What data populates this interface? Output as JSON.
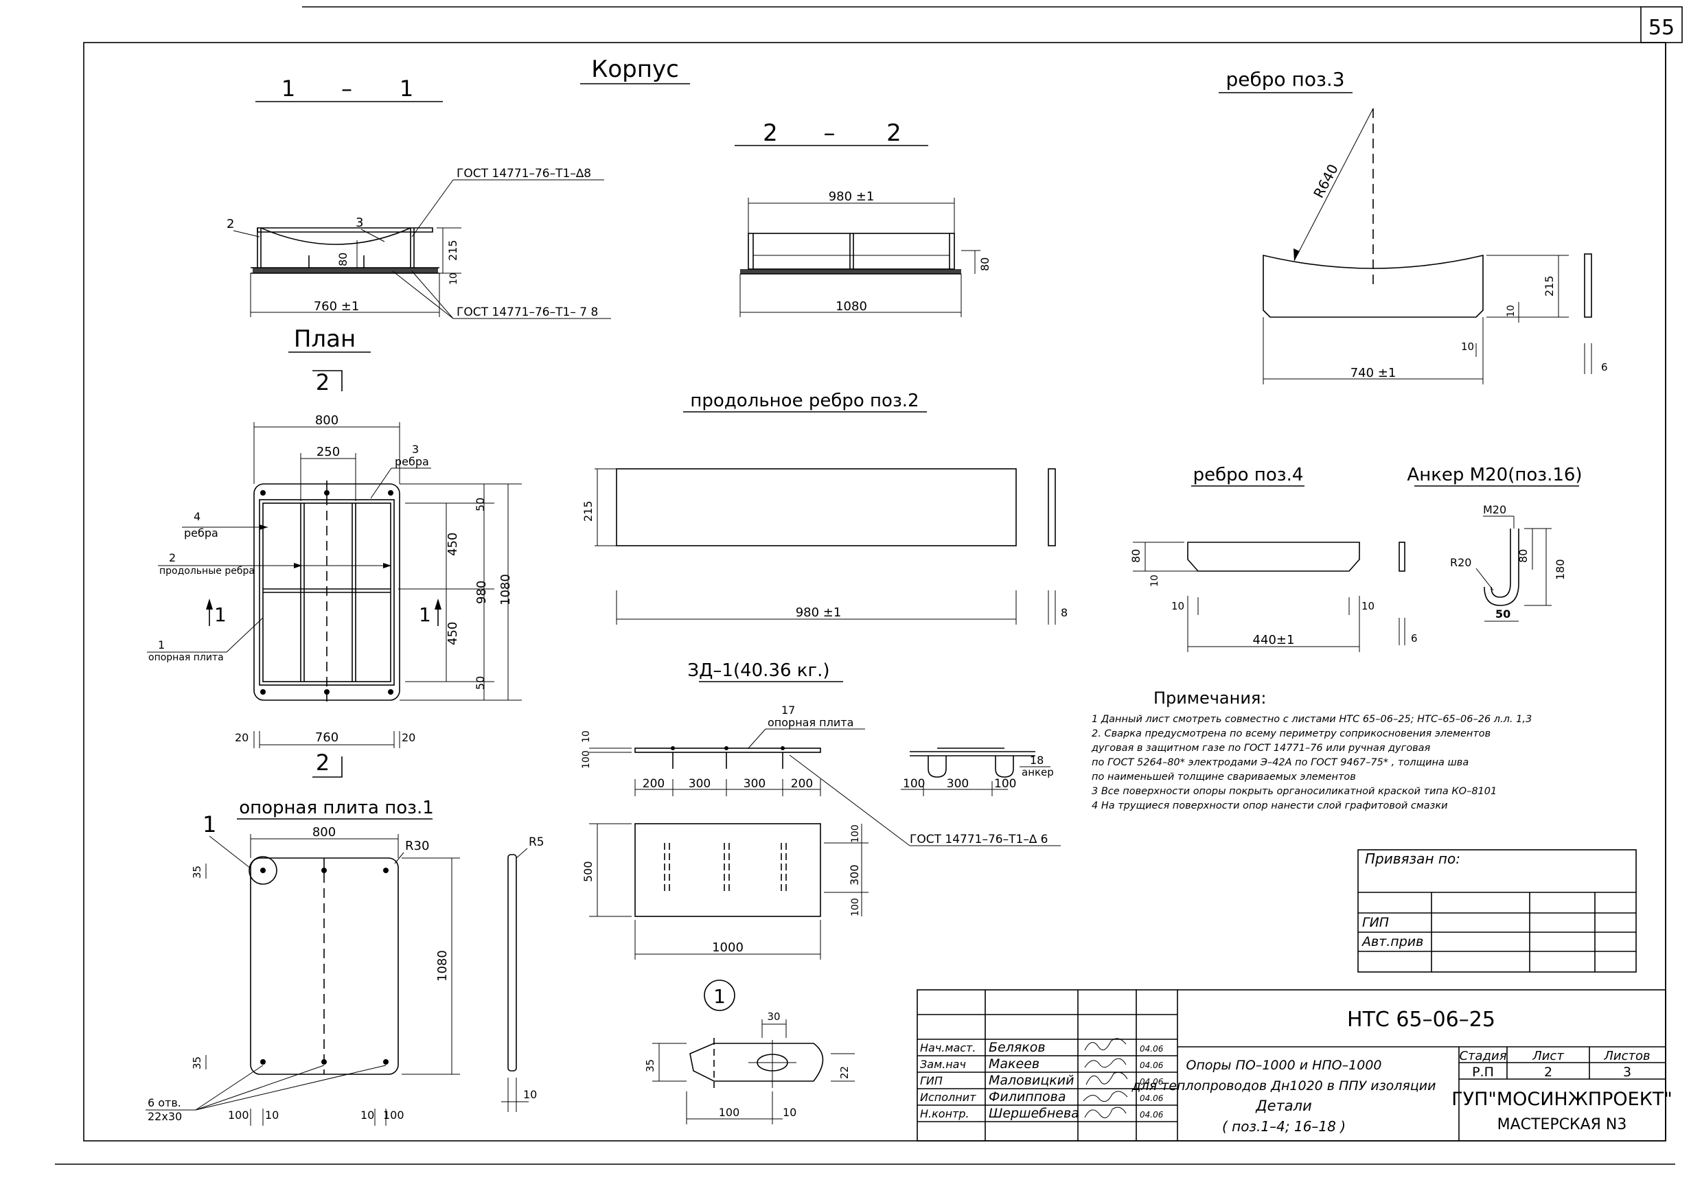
{
  "sheet": {
    "page_number": "55"
  },
  "views": {
    "korpus_title": "Корпус",
    "section_1_1": {
      "a": "1",
      "dash": "–",
      "b": "1"
    },
    "section_2_2": {
      "a": "2",
      "dash": "–",
      "b": "2"
    },
    "rebro3_title": "ребро поз.3",
    "plan_title": "План",
    "prod_rebro_title": "продольное ребро поз.2",
    "rebro4_title": "ребро поз.4",
    "anker_title": "Анкер М20(поз.16)",
    "zd_title": "ЗД–1(40.36 кг.)",
    "plita_title": "опорная плита поз.1"
  },
  "labels": {
    "gost_tri8": "ГОСТ 14771–76–Т1–∆8",
    "gost_t8": "ГОСТ 14771–76–Т1– 7 8",
    "gost_tri6": "ГОСТ 14771–76–Т1–∆ 6",
    "ref2": "2",
    "ref3": "3",
    "plan_rebra_num": "4",
    "plan_rebra": "ребра",
    "plan_prod_num": "2",
    "plan_prod": "продольные ребра",
    "plan_plita_num": "1",
    "plan_plita": "опорная плита",
    "plan_rebra3_num": "3",
    "plan_rebra3": "ребра",
    "sec_arrow_1": "1",
    "sec_arrow_2": "2",
    "zd_17": "17",
    "zd_plita": "опорная плита",
    "zd_18": "18",
    "zd_anker": "анкер",
    "detail_1": "1",
    "otv_1": "6 отв.",
    "otv_2": "22х30",
    "m20": "М20",
    "r20": "R20",
    "r640": "R640",
    "r30": "R30",
    "r5": "R5"
  },
  "dims": {
    "d760pm": "760 ±1",
    "d215": "215",
    "d80": "80",
    "d10": "10",
    "d980pm": "980 ±1",
    "d1080": "1080",
    "d80b": "80",
    "d740pm": "740 ±1",
    "d215b": "215",
    "d10b": "10",
    "d10c": "10",
    "d6": "6",
    "d800": "800",
    "d250": "250",
    "d50a": "50",
    "d450a": "450",
    "d980": "980",
    "d1080b": "1080",
    "d450b": "450",
    "d50b": "50",
    "d20a": "20",
    "d760": "760",
    "d20b": "20",
    "pr_215": "215",
    "pr_980pm": "980 ±1",
    "pr_8": "8",
    "r4_80": "80",
    "r4_10": "10",
    "r4_10a": "10",
    "r4_10b": "10",
    "r4_440": "440±1",
    "r4_6": "6",
    "a_80": "80",
    "a_180": "180",
    "a_50": "50",
    "zd_100": "100",
    "zd_10": "10",
    "zd_200a": "200",
    "zd_300a": "300",
    "zd_300b": "300",
    "zd_200b": "200",
    "zd_100c": "100",
    "zd_300c": "300",
    "zd_100d": "100",
    "zd_500": "500",
    "zd_100e": "100",
    "zd_300d": "300",
    "zd_100f": "100",
    "zd_1000": "1000",
    "pl_800": "800",
    "pl_35a": "35",
    "pl_1080": "1080",
    "pl_35b": "35",
    "pl_100a": "100",
    "pl_10a": "10",
    "pl_10b": "10",
    "pl_100b": "100",
    "pl_10c": "10",
    "dt_30": "30",
    "dt_35": "35",
    "dt_22": "22",
    "dt_100": "100",
    "dt_10": "10"
  },
  "notes": {
    "title": "Примечания:",
    "lines": [
      "1  Данный лист смотреть совместно с листами НТС 65–06–25; НТС–65–06–26 л.л. 1,3",
      "2.  Сварка предусмотрена по всему периметру соприкосновения элементов",
      "     дуговая в защитном газе по ГОСТ 14771–76  или ручная дуговая",
      "     по ГОСТ 5264–80* электродами Э–42А по ГОСТ 9467–75* , толщина шва",
      "     по наименьшей толщине свариваемых элементов",
      "3  Все поверхности опоры покрыть органосиликатной краской типа КО–8101",
      "4  На трущиеся поверхности опор нанести слой графитовой смазки"
    ]
  },
  "binding": {
    "title": "Привязан по:",
    "gip": "ГИП",
    "avt": "Авт.прив"
  },
  "title_block": {
    "code": "НТС 65–06–25",
    "desc_1": "Опоры ПО–1000 и НПО–1000",
    "desc_2": "для теплопроводов Дн1020 в ППУ изоляции",
    "desc_3": "Детали",
    "desc_4": "( поз.1–4;  16–18 )",
    "stage_h": "Стадия",
    "sheet_h": "Лист",
    "sheets_h": "Листов",
    "stage": "Р.П",
    "sheet": "2",
    "sheets": "3",
    "org": "ГУП\"МОСИНЖПРОЕКТ\"",
    "workshop": "МАСТЕРСКАЯ N3",
    "rows": [
      {
        "role": "Нач.маст.",
        "name": "Беляков",
        "date": "04.06"
      },
      {
        "role": "Зам.нач",
        "name": "Макеев",
        "date": "04.06"
      },
      {
        "role": "ГИП",
        "name": "Маловицкий",
        "date": "04.06"
      },
      {
        "role": "Исполнит",
        "name": "Филиппова",
        "date": "04.06"
      },
      {
        "role": "Н.контр.",
        "name": "Шершебнева",
        "date": "04.06"
      }
    ]
  }
}
